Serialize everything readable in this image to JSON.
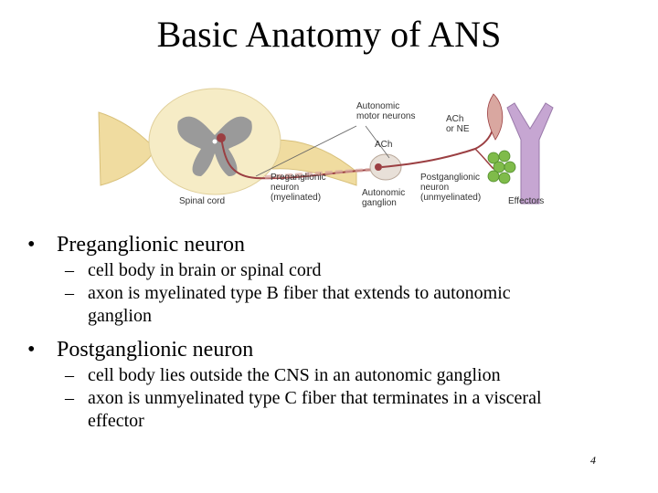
{
  "slide": {
    "title": "Basic Anatomy of ANS",
    "number": "4"
  },
  "figure": {
    "labels": {
      "spinal_cord": "Spinal cord",
      "autonomic_motor_neurons": [
        "Autonomic",
        "motor neurons"
      ],
      "ach_center": "ACh",
      "ach_or_ne": [
        "ACh",
        "or NE"
      ],
      "preganglionic": [
        "Preganglionic",
        "neuron",
        "(myelinated)"
      ],
      "autonomic_ganglion": [
        "Autonomic",
        "ganglion"
      ],
      "postganglionic": [
        "Postganglionic",
        "neuron",
        "(unmyelinated)"
      ],
      "effectors": "Effectors"
    },
    "colors": {
      "gray_matter": "#9a9a9a",
      "white_matter": "#f6ecc6",
      "nerve": "#f0dca0",
      "neuron_fiber": "#9b3f42",
      "effector_tube": "#c6a6d2",
      "effector_cells": "#7fbb4a"
    }
  },
  "bullets": [
    {
      "text": "Preganglionic neuron",
      "sub": [
        [
          "cell body in brain or spinal cord"
        ],
        [
          "axon is myelinated type B fiber that extends to autonomic",
          "ganglion"
        ]
      ]
    },
    {
      "text": "Postganglionic neuron",
      "sub": [
        [
          "cell body lies outside the CNS in an autonomic ganglion"
        ],
        [
          "axon is unmyelinated type C fiber that terminates in a visceral",
          "effector"
        ]
      ]
    }
  ]
}
